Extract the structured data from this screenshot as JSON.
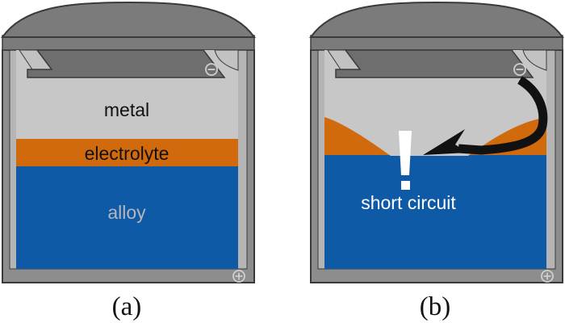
{
  "figure": {
    "title": "liquid metal battery cross-section diagram",
    "panels": [
      {
        "caption": "(a)",
        "labels": {
          "metal": "metal",
          "electrolyte": "electrolyte",
          "alloy": "alloy"
        }
      },
      {
        "caption": "(b)",
        "annotation": "short circuit"
      }
    ],
    "terminals": {
      "negative_icon": "−",
      "positive_icon": "+"
    },
    "colors": {
      "metal": "#c7c7c7",
      "electrolyte": "#d16a0c",
      "alloy": "#0f5aa6",
      "dome": "#7b7b7b",
      "lid": "#6e6e6e",
      "wall": "#8d8d8d",
      "liner": "#b5b5b5",
      "seal": "#c2c2c2",
      "outline": "#3a3a3a",
      "terminal_ring": "#cfcfcf",
      "arrow": "#111111",
      "alert": "#ffffff",
      "alloy_label": "#b3b7bb",
      "label_dark": "#111111"
    }
  }
}
